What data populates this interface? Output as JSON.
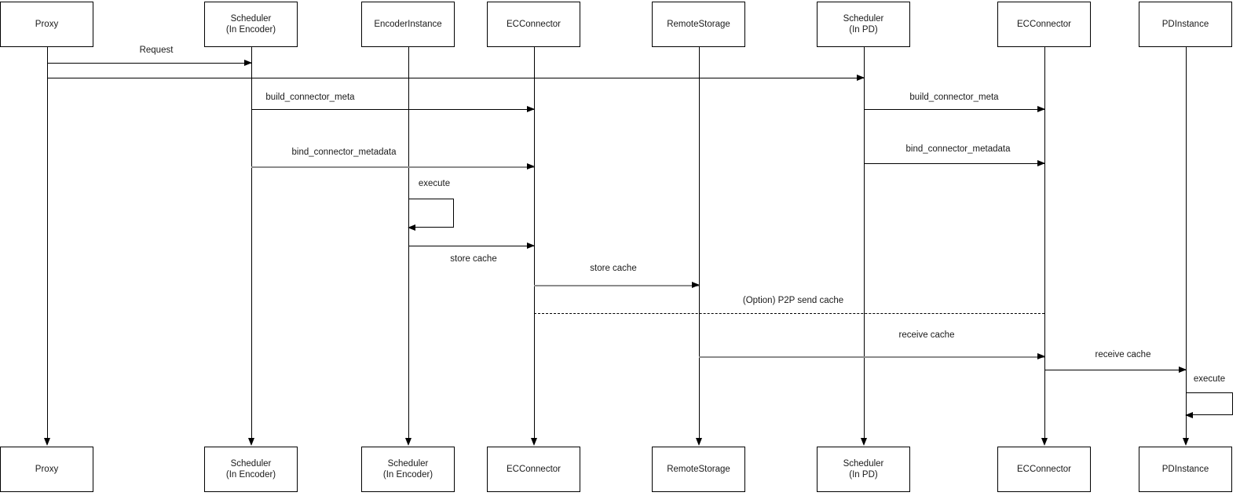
{
  "diagram": {
    "kind": "uml-sequence-diagram",
    "colors": {
      "background": "#ffffff",
      "line": "#000000",
      "gray_line": "#8c8c8c",
      "text": "#1a1a1a"
    }
  },
  "top_participants": [
    {
      "id": "proxy",
      "lines": [
        "Proxy"
      ]
    },
    {
      "id": "scheduler-encoder",
      "lines": [
        "Scheduler",
        "(In Encoder)"
      ]
    },
    {
      "id": "encoder-instance",
      "lines": [
        "EncoderInstance"
      ]
    },
    {
      "id": "ec-connector-1",
      "lines": [
        "ECConnector"
      ]
    },
    {
      "id": "remote-storage",
      "lines": [
        "RemoteStorage"
      ]
    },
    {
      "id": "scheduler-pd",
      "lines": [
        "Scheduler",
        "(In PD)"
      ]
    },
    {
      "id": "ec-connector-2",
      "lines": [
        "ECConnector"
      ]
    },
    {
      "id": "pd-instance",
      "lines": [
        "PDInstance"
      ]
    }
  ],
  "bottom_participants": [
    {
      "id": "proxy",
      "lines": [
        "Proxy"
      ]
    },
    {
      "id": "scheduler-encoder",
      "lines": [
        "Scheduler",
        "(In Encoder)"
      ]
    },
    {
      "id": "scheduler-encoder-2",
      "lines": [
        "Scheduler",
        "(In Encoder)"
      ]
    },
    {
      "id": "ec-connector-1",
      "lines": [
        "ECConnector"
      ]
    },
    {
      "id": "remote-storage",
      "lines": [
        "RemoteStorage"
      ]
    },
    {
      "id": "scheduler-pd",
      "lines": [
        "Scheduler",
        "(In PD)"
      ]
    },
    {
      "id": "ec-connector-2",
      "lines": [
        "ECConnector"
      ]
    },
    {
      "id": "pd-instance",
      "lines": [
        "PDInstance"
      ]
    }
  ],
  "messages": [
    {
      "id": "request",
      "label": "Request",
      "from": "Proxy",
      "to": "Scheduler (In Encoder)"
    },
    {
      "id": "forward-request",
      "from": "Proxy",
      "to": "Scheduler (In PD)"
    },
    {
      "id": "build-connector-meta-left",
      "label": "build_connector_meta",
      "from": "Scheduler (In Encoder)",
      "to": "ECConnector"
    },
    {
      "id": "build-connector-meta-right",
      "label": "build_connector_meta",
      "from": "Scheduler (In PD)",
      "to": "ECConnector"
    },
    {
      "id": "bind-connector-metadata-left",
      "label": "bind_connector_metadata",
      "from": "Scheduler (In Encoder)",
      "to": "ECConnector"
    },
    {
      "id": "bind-connector-metadata-right",
      "label": "bind_connector_metadata",
      "from": "Scheduler (In PD)",
      "to": "ECConnector"
    },
    {
      "id": "execute-encoder",
      "label": "execute",
      "from": "EncoderInstance",
      "to": "EncoderInstance"
    },
    {
      "id": "store-cache-to-connector",
      "label": "store cache",
      "from": "EncoderInstance",
      "to": "ECConnector"
    },
    {
      "id": "store-cache-to-storage",
      "label": "store cache",
      "from": "ECConnector",
      "to": "RemoteStorage"
    },
    {
      "id": "p2p-send-cache",
      "label": "(Option) P2P send cache",
      "from": "ECConnector",
      "to": "ECConnector"
    },
    {
      "id": "receive-cache-from-storage",
      "label": "receive cache",
      "from": "RemoteStorage",
      "to": "ECConnector"
    },
    {
      "id": "receive-cache-to-instance",
      "label": "receive cache",
      "from": "ECConnector",
      "to": "PDInstance"
    },
    {
      "id": "execute-pd",
      "label": "execute",
      "from": "PDInstance",
      "to": "PDInstance"
    }
  ]
}
